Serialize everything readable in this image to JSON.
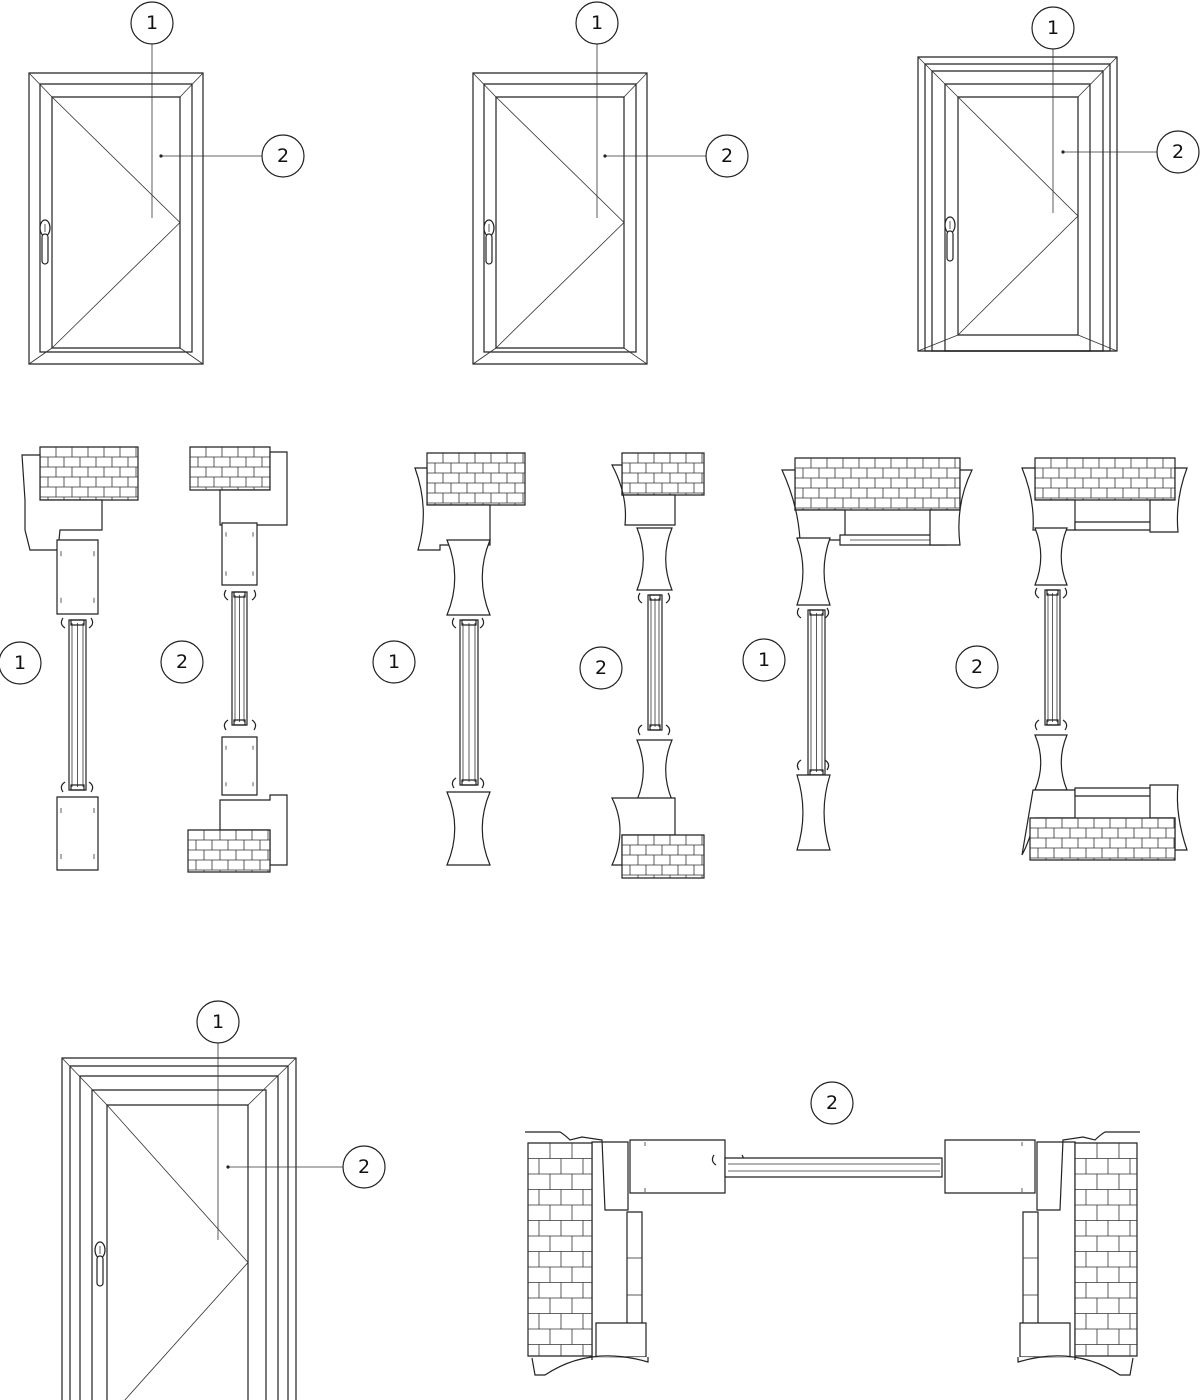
{
  "title": "Door profile elevations and sections",
  "callouts": [
    "1",
    "2",
    "1",
    "2",
    "1",
    "2",
    "1",
    "2",
    "1",
    "2",
    "1",
    "2",
    "1",
    "2",
    "2"
  ]
}
